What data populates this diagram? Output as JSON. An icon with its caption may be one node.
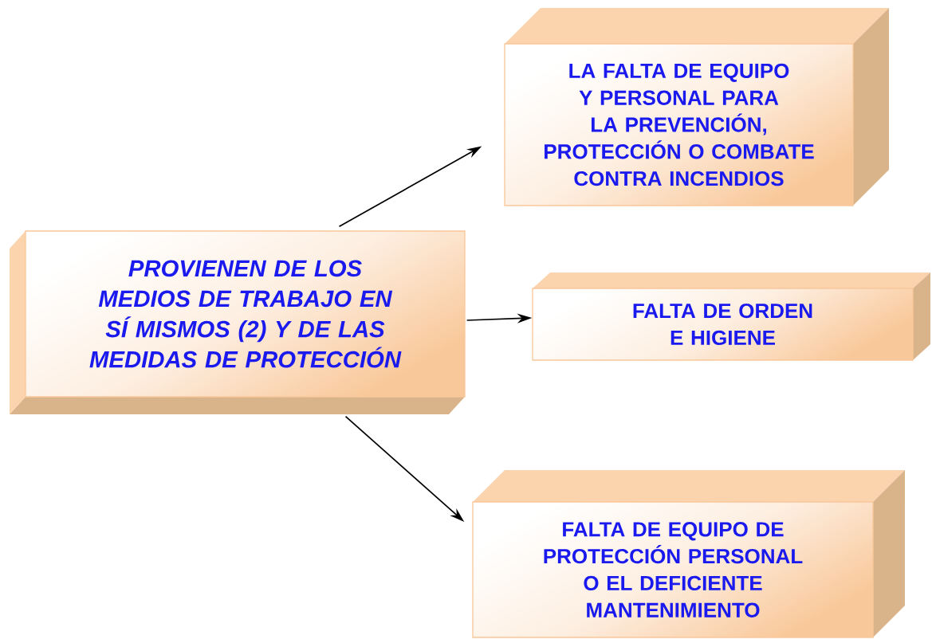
{
  "diagram": {
    "nodes": [
      {
        "text": [
          "PROVIENEN DE LOS MEDIOS DE TRABAJO EN SÍ MISMOS (2) Y DE LAS MEDIDAS DE PROTECCIÓN"
        ]
      },
      {
        "text": [
          "LA FALTA DE EQUIPO Y PERSONAL PARA LA PREVENCIÓN, PROTECCIÓN O COMBATE CONTRA INCENDIOS"
        ]
      },
      {
        "text": [
          "FALTA DE ORDEN E HIGIENE"
        ]
      },
      {
        "text": [
          "FALTA DE EQUIPO DE PROTECCIÓN PERSONAL O EL DEFICIENTE MANTENIMIENTO"
        ]
      }
    ],
    "edges": [
      {
        "from": 0,
        "to": 1,
        "arrow": "to"
      },
      {
        "from": 0,
        "to": 2,
        "arrow": "to"
      },
      {
        "from": 0,
        "to": 3,
        "arrow": "to"
      }
    ]
  }
}
